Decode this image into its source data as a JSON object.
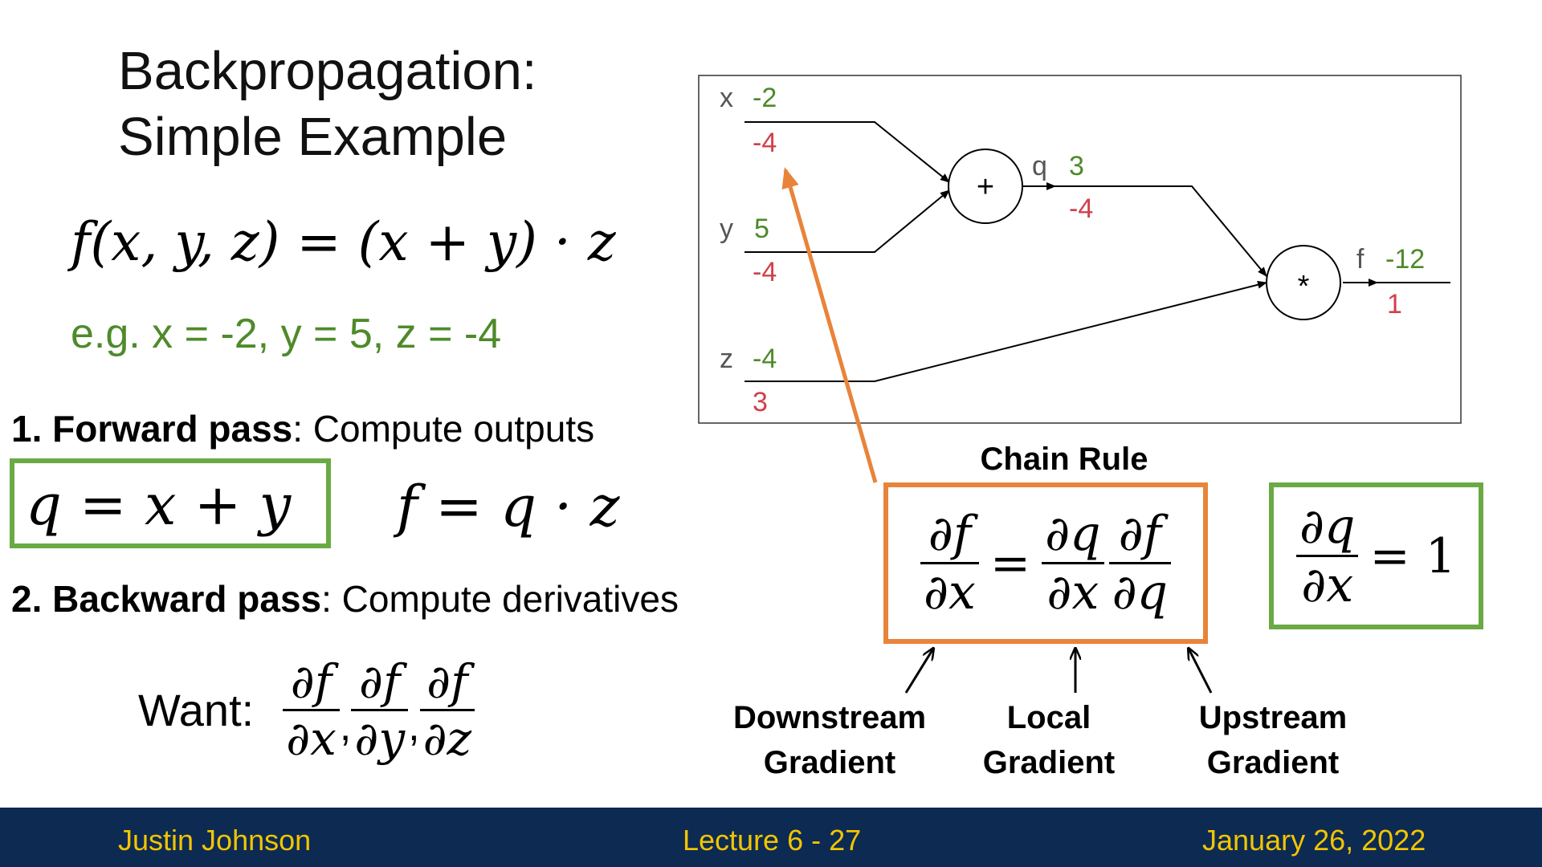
{
  "slide": {
    "title_line1": "Backpropagation:",
    "title_line2": "Simple Example",
    "function": {
      "lhs_f": "f",
      "lhs_args": "(x, y, z)",
      "eq": "=",
      "rhs": "(x + y) · z"
    },
    "example": "e.g. x = -2, y = 5, z = -4",
    "step1_bold": "1. Forward pass",
    "step1_rest": ": Compute outputs",
    "forward_q": "q = x + y",
    "forward_f": "f = q · z",
    "step2_bold": "2. Backward pass",
    "step2_rest": ": Compute derivatives",
    "want_label": "Want:",
    "want_fracs": [
      {
        "num": "∂f",
        "den": "∂x"
      },
      {
        "num": "∂f",
        "den": "∂y"
      },
      {
        "num": "∂f",
        "den": "∂z"
      }
    ],
    "chain_rule_title": "Chain Rule",
    "chain_rule": {
      "lhs": {
        "num": "∂f",
        "den": "∂x"
      },
      "eq": "=",
      "rhs1": {
        "num": "∂q",
        "den": "∂x"
      },
      "rhs2": {
        "num": "∂f",
        "den": "∂q"
      }
    },
    "local_derivative": {
      "num": "∂q",
      "den": "∂x",
      "eq": "= 1"
    },
    "labels": {
      "downstream_line1": "Downstream",
      "downstream_line2": "Gradient",
      "local_line1": "Local",
      "local_line2": "Gradient",
      "upstream_line1": "Upstream",
      "upstream_line2": "Gradient"
    },
    "graph": {
      "x_name": "x",
      "x_value": "-2",
      "x_grad": "-4",
      "y_name": "y",
      "y_value": "5",
      "y_grad": "-4",
      "z_name": "z",
      "z_value": "-4",
      "z_grad": "3",
      "plus_op": "+",
      "q_name": "q",
      "q_value": "3",
      "q_grad": "-4",
      "mul_op": "*",
      "f_name": "f",
      "f_value": "-12",
      "f_grad": "1"
    }
  },
  "footer": {
    "author": "Justin Johnson",
    "lecture": "Lecture 6 - 27",
    "date": "January 26, 2022"
  },
  "colors": {
    "value_green": "#4e8a2a",
    "gradient_red": "#d0404a",
    "highlight_green": "#6aaa44",
    "highlight_orange": "#e8843a",
    "footer_bg": "#0d2a52",
    "footer_text": "#f2c500"
  }
}
